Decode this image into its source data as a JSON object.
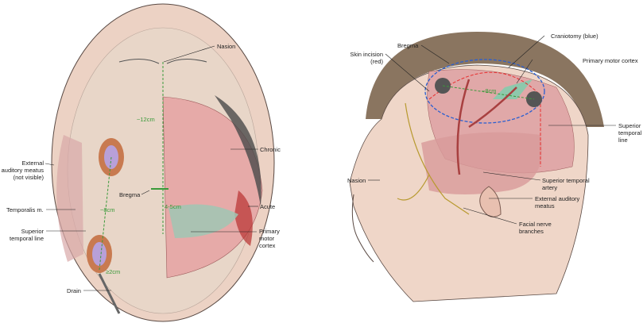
{
  "left_figure": {
    "labels": {
      "nasion": "Nasion",
      "twelve_cm": "~12cm",
      "chronic": "Chronic",
      "external_auditory_meatus": "External auditory meatus",
      "not_visible": "(not visible)",
      "bregma": "Bregma",
      "four_five_cm": "4-5cm",
      "acute": "Acute",
      "temporalis": "Temporalis m.",
      "eight_cm": "~8cm",
      "superior_temporal_line": "Superior temporal line",
      "primary_motor_cortex": "Primary motor cortex",
      "two_cm": "≥2cm",
      "drain": "Drain"
    }
  },
  "right_figure": {
    "labels": {
      "bregma": "Bregma",
      "craniotomy": "Craniotomy (blue)",
      "skin_incision": "Skin incision",
      "skin_incision_color": "(red)",
      "primary_motor_cortex": "Primary motor cortex",
      "eight_cm": "~8cm",
      "superior_temporal_line": "Superior temporal line",
      "nasion": "Nasion",
      "superior_temporal_artery": "Superior temporal artery",
      "external_auditory_meatus": "External auditory meatus",
      "facial_nerve_branches": "Facial nerve branches"
    }
  },
  "colors": {
    "measure": "#3a9a3a",
    "incision": "#e83030",
    "craniotomy": "#2a5fd0"
  }
}
